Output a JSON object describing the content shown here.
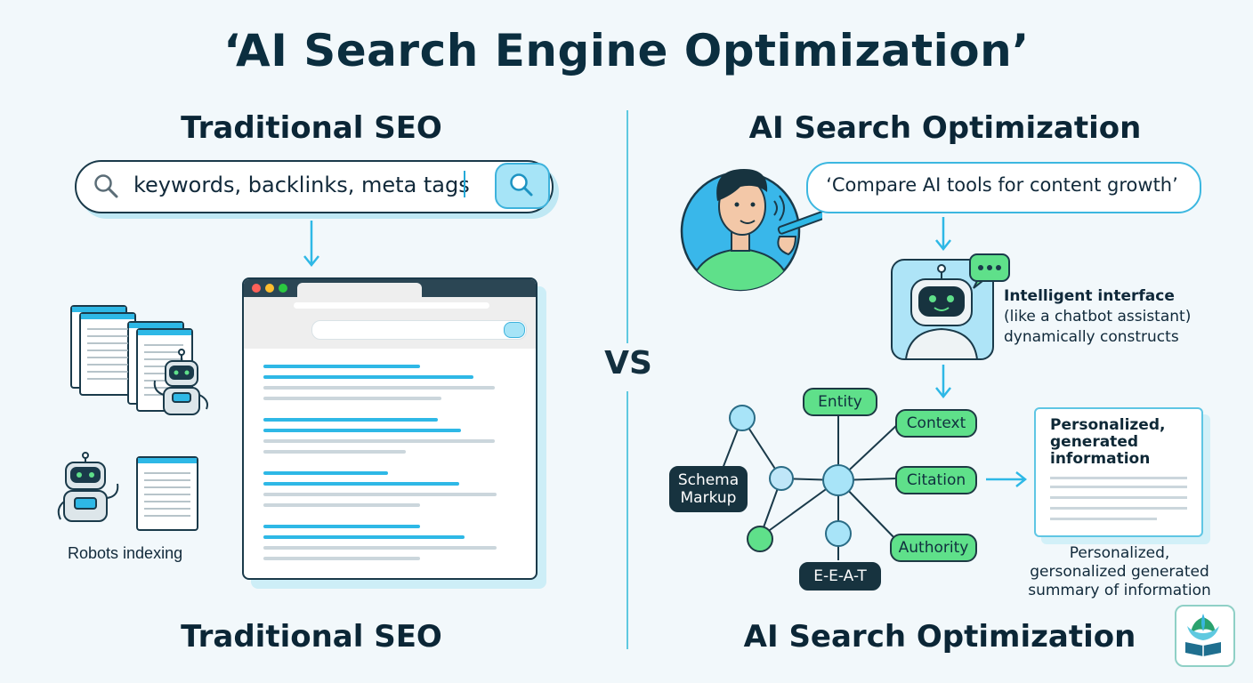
{
  "title": "‘AI Search Engine Optimization’",
  "left": {
    "heading": "Traditional SEO",
    "search_text": "keywords, backlinks, meta tags",
    "robots_label": "Robots indexing",
    "footer": "Traditional SEO"
  },
  "vs": "VS",
  "right": {
    "heading": "AI Search Optimization",
    "query": "‘Compare AI tools for content growth’",
    "interface_title": "Intelligent interface",
    "interface_line2": "(like a chatbot assistant)",
    "interface_line3": "dynamically constructs",
    "nodes": {
      "entity": "Entity",
      "context": "Context",
      "citation": "Citation",
      "authority": "Authority",
      "eeat": "E-E-A-T",
      "schema_1": "Schema",
      "schema_2": "Markup"
    },
    "card_title_1": "Personalized,",
    "card_title_2": "generated",
    "card_title_3": "information",
    "caption_1": "Personalized,",
    "caption_2": "gersonalized generated",
    "caption_3": "summary of information",
    "footer": "AI Search Optimization"
  },
  "colors": {
    "accent_blue": "#2eb8e6",
    "accent_green": "#5fe08a",
    "dark": "#17333f",
    "background": "#f2f8fb"
  }
}
